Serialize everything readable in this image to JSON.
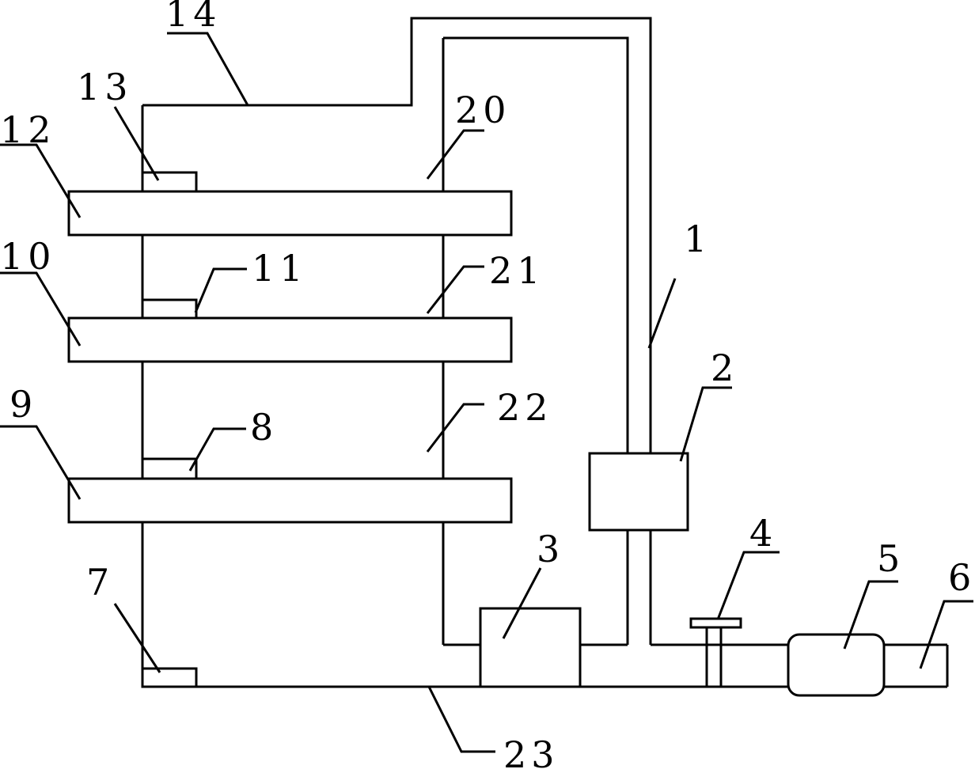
{
  "labels": {
    "l1": "1",
    "l2": "2",
    "l3": "3",
    "l4": "4",
    "l5": "5",
    "l6": "6",
    "l7": "7",
    "l8": "8",
    "l9": "9",
    "l10": "10",
    "l11": "11",
    "l12": "12",
    "l13": "13",
    "l14": "14",
    "l20": "20",
    "l21": "21",
    "l22": "22",
    "l23": "23"
  }
}
